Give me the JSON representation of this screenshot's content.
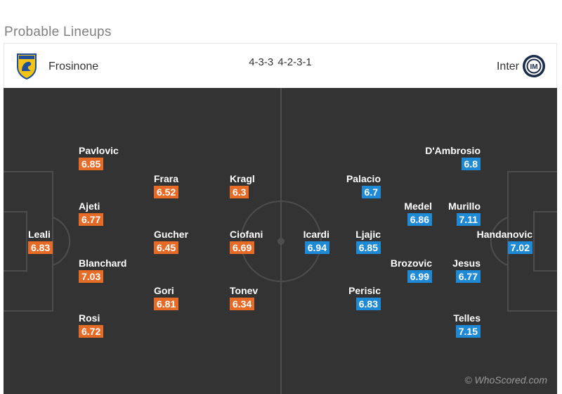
{
  "title": "Probable Lineups",
  "home": {
    "name": "Frosinone",
    "formation": "4-3-3",
    "badge_icon": "frosinone-crest-icon",
    "color": "#e66b27",
    "players": [
      {
        "name": "Leali",
        "rating": "6.83"
      },
      {
        "name": "Pavlovic",
        "rating": "6.85"
      },
      {
        "name": "Ajeti",
        "rating": "6.77"
      },
      {
        "name": "Blanchard",
        "rating": "7.03"
      },
      {
        "name": "Rosi",
        "rating": "6.72"
      },
      {
        "name": "Frara",
        "rating": "6.52"
      },
      {
        "name": "Gucher",
        "rating": "6.45"
      },
      {
        "name": "Gori",
        "rating": "6.81"
      },
      {
        "name": "Kragl",
        "rating": "6.3"
      },
      {
        "name": "Ciofani",
        "rating": "6.69"
      },
      {
        "name": "Tonev",
        "rating": "6.34"
      }
    ]
  },
  "away": {
    "name": "Inter",
    "formation": "4-2-3-1",
    "badge_icon": "inter-crest-icon",
    "color": "#1e8ad6",
    "players": [
      {
        "name": "Handanovic",
        "rating": "7.02"
      },
      {
        "name": "D'Ambrosio",
        "rating": "6.8"
      },
      {
        "name": "Murillo",
        "rating": "7.11"
      },
      {
        "name": "Jesus",
        "rating": "6.77"
      },
      {
        "name": "Telles",
        "rating": "7.15"
      },
      {
        "name": "Medel",
        "rating": "6.86"
      },
      {
        "name": "Brozovic",
        "rating": "6.99"
      },
      {
        "name": "Palacio",
        "rating": "6.7"
      },
      {
        "name": "Ljajic",
        "rating": "6.85"
      },
      {
        "name": "Perisic",
        "rating": "6.83"
      },
      {
        "name": "Icardi",
        "rating": "6.94"
      }
    ]
  },
  "watermark": "© WhoScored.com"
}
